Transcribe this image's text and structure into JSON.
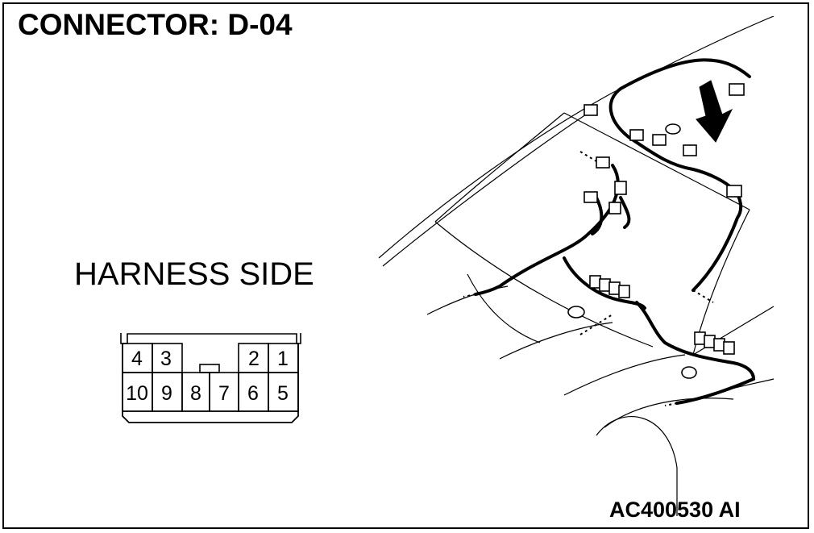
{
  "title": "CONNECTOR: D-04",
  "harness_label": "HARNESS SIDE",
  "figure_id": "AC400530 AI",
  "connector": {
    "top_pins": [
      "4",
      "3",
      "2",
      "1"
    ],
    "bottom_pins": [
      "10",
      "9",
      "8",
      "7",
      "6",
      "5"
    ]
  }
}
